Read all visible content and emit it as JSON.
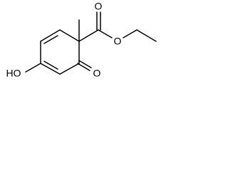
{
  "molecule": {
    "atom_labels": {
      "ester_carbonyl_oxygen": "O",
      "ester_ether_oxygen": "O",
      "ketone_oxygen": "O",
      "hydroxyl_group": "HO"
    }
  }
}
